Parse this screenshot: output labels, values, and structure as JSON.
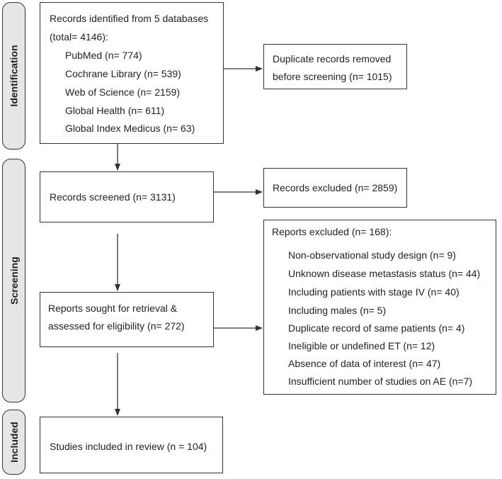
{
  "phases": {
    "identification": "Identification",
    "screening": "Screening",
    "included": "Included"
  },
  "identification_box": {
    "line1": "Records identified from 5 databases",
    "line2": "(total= 4146):",
    "sources": [
      "PubMed (n= 774)",
      "Cochrane Library (n= 539)",
      "Web of Science (n= 2159)",
      "Global Health (n= 611)",
      "Global Index Medicus (n= 63)"
    ]
  },
  "duplicates_box": {
    "line1": "Duplicate records removed",
    "line2": "before screening (n= 1015)"
  },
  "screened_box": {
    "text": "Records screened (n= 3131)"
  },
  "excluded_box": {
    "text": "Records excluded (n= 2859)"
  },
  "retrieval_box": {
    "line1": "Reports sought for retrieval &",
    "line2": "assessed for eligibility (n= 272)"
  },
  "reports_excluded_box": {
    "title": "Reports excluded (n= 168):",
    "reasons": [
      "Non-observational study design (n= 9)",
      "Unknown disease metastasis status (n= 44)",
      "Including patients with stage IV (n= 40)",
      "Including males (n= 5)",
      "Duplicate record of same patients (n= 4)",
      "Ineligible or undefined ET (n= 12)",
      "Absence of data of interest (n= 47)",
      "Insufficient number of studies on AE (n=7)"
    ]
  },
  "included_box": {
    "text": "Studies included in review (n = 104)"
  }
}
